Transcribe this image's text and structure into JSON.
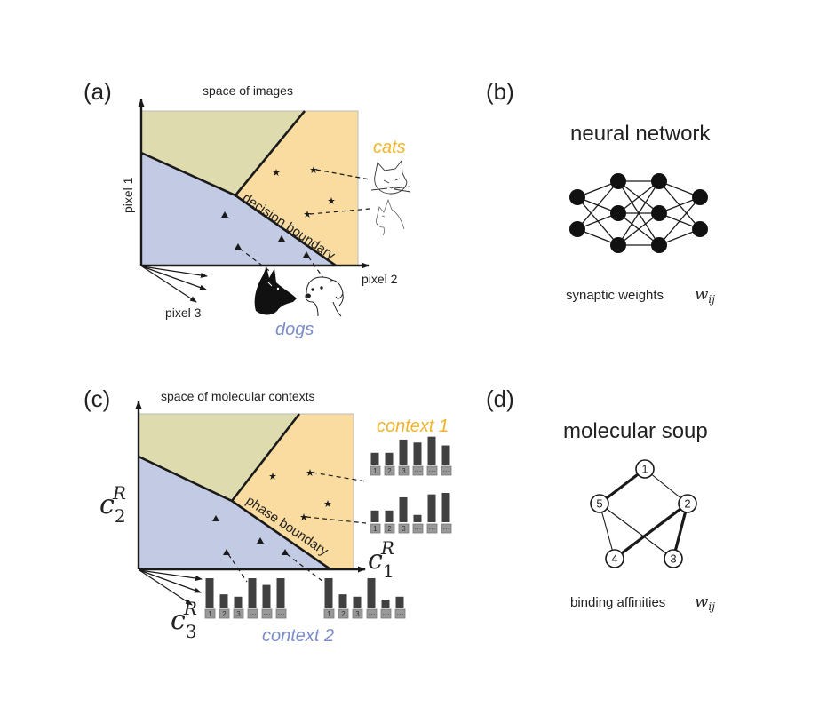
{
  "colors": {
    "region_top": "#dedcaf",
    "region_blue": "#c3cbe4",
    "region_orange": "#fadca1",
    "cats_label": "#f0b42a",
    "dogs_label": "#7c8cc8",
    "ink": "#1a1a1a",
    "bar": "#404040",
    "bar_box": "#999999"
  },
  "panel_a": {
    "label": "(a)",
    "title": "space of images",
    "y_axis_label": "pixel 1",
    "x_axis_label": "pixel 2",
    "z_axis_label": "pixel 3",
    "boundary_label": "decision boundary",
    "class_top_label": "cats",
    "class_bottom_label": "dogs",
    "cat_images": [
      "cat-face-sketch",
      "cat-profile-sketch"
    ],
    "dog_images": [
      "german-shepherd-sketch",
      "puppy-sketch"
    ]
  },
  "panel_b": {
    "label": "(b)",
    "title": "neural network",
    "caption": "synaptic weights",
    "caption_math": "w",
    "caption_sub": "ij",
    "layers": [
      2,
      3,
      3,
      2
    ]
  },
  "panel_c": {
    "label": "(c)",
    "title": "space of molecular contexts",
    "y_axis_label": "c",
    "y_axis_sub": "2",
    "y_axis_sup": "R",
    "x_axis_label": "c",
    "x_axis_sub": "1",
    "x_axis_sup": "R",
    "z_axis_label": "c",
    "z_axis_sub": "3",
    "z_axis_sup": "R",
    "boundary_label": "phase boundary",
    "class_top_label": "context 1",
    "class_bottom_label": "context 2",
    "box_labels": [
      "1",
      "2",
      "3",
      "···",
      "···",
      "···"
    ],
    "histograms": [
      {
        "name": "context1-a",
        "values": [
          0.4,
          0.4,
          0.85,
          0.75,
          0.95,
          0.65
        ]
      },
      {
        "name": "context1-b",
        "values": [
          0.4,
          0.4,
          0.85,
          0.25,
          0.95,
          1.0
        ]
      },
      {
        "name": "context2-a",
        "values": [
          1.0,
          0.45,
          0.37,
          1.0,
          0.77,
          1.0
        ]
      },
      {
        "name": "context2-b",
        "values": [
          1.0,
          0.45,
          0.37,
          1.0,
          0.27,
          0.37
        ]
      }
    ]
  },
  "panel_d": {
    "label": "(d)",
    "title": "molecular soup",
    "caption": "binding affinities",
    "caption_math": "w",
    "caption_sub": "ij",
    "nodes": [
      "1",
      "2",
      "3",
      "4",
      "5"
    ],
    "edges": [
      {
        "from": "1",
        "to": "5",
        "weight": "strong"
      },
      {
        "from": "1",
        "to": "2",
        "weight": "weak"
      },
      {
        "from": "2",
        "to": "4",
        "weight": "strong"
      },
      {
        "from": "2",
        "to": "3",
        "weight": "strong"
      },
      {
        "from": "5",
        "to": "4",
        "weight": "weak"
      },
      {
        "from": "5",
        "to": "3",
        "weight": "weak"
      }
    ]
  }
}
